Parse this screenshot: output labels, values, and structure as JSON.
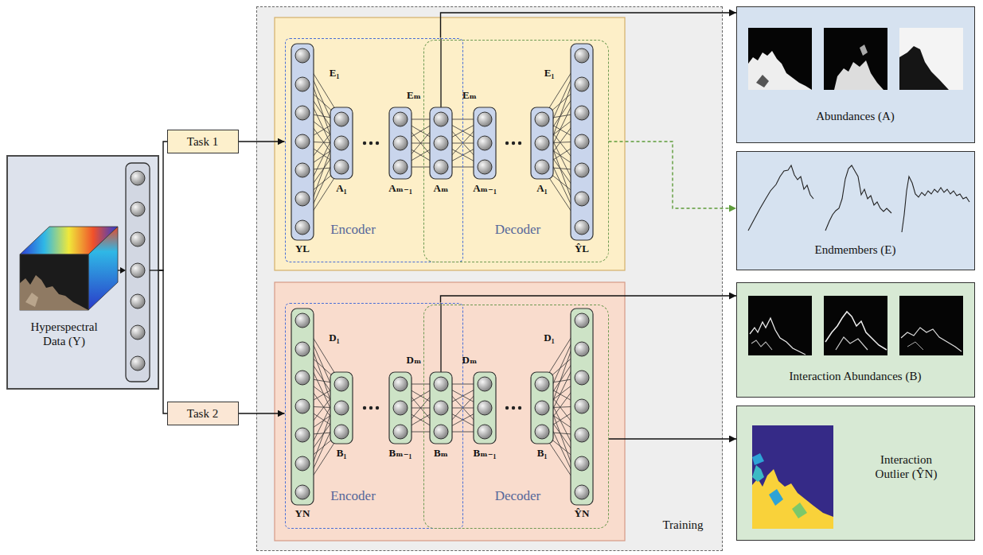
{
  "diagram": {
    "nodes": [
      {
        "text": [
          "Hyperspectral Data (Y)"
        ]
      },
      {
        "text": [
          "Task 1"
        ]
      },
      {
        "text": [
          "Task 2"
        ]
      },
      {
        "text": [
          "Training"
        ]
      },
      {
        "text": [
          "Encoder"
        ],
        "in": 3
      },
      {
        "text": [
          "Decoder"
        ],
        "in": 3
      },
      {
        "text": [
          "Encoder"
        ],
        "in": 3
      },
      {
        "text": [
          "Decoder"
        ],
        "in": 3
      },
      {
        "text": [
          "Abundances (A)"
        ]
      },
      {
        "text": [
          "Endmembers (E)"
        ]
      },
      {
        "text": [
          "Interaction Abundances (B)"
        ]
      },
      {
        "text": [
          "Interaction Outlier (ŶN)"
        ]
      }
    ],
    "edges": [
      {
        "from": 0,
        "to": 1,
        "arrow": "none"
      },
      {
        "from": 0,
        "to": 2,
        "arrow": "none"
      },
      {
        "from": 1,
        "to": 4,
        "arrow": "to"
      },
      {
        "from": 2,
        "to": 6,
        "arrow": "to"
      },
      {
        "from": 4,
        "to": 8,
        "arrow": "to"
      },
      {
        "from": 5,
        "to": 9,
        "arrow": "to"
      },
      {
        "from": 6,
        "to": 10,
        "arrow": "to"
      },
      {
        "from": 7,
        "to": 11,
        "arrow": "to"
      }
    ],
    "labels": [
      "E₁",
      "A₁",
      "Aₘ₋₁",
      "Eₘ",
      "Aₘ",
      "Eₘ",
      "Aₘ₋₁",
      "A₁",
      "E₁",
      "YL",
      "ŶL",
      "D₁",
      "B₁",
      "Bₘ₋₁",
      "Dₘ",
      "Bₘ",
      "Dₘ",
      "Bₘ₋₁",
      "B₁",
      "D₁",
      "YN",
      "ŶN"
    ]
  }
}
